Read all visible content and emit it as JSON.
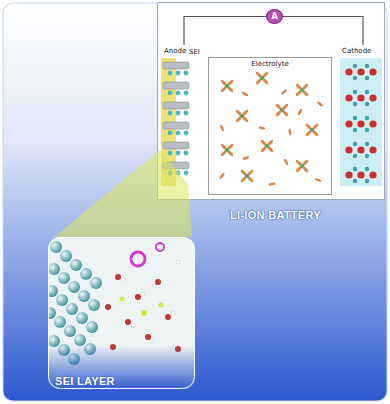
{
  "diagram": {
    "nodes": [
      {
        "text": [
          "LI-ION BATTERY"
        ]
      },
      {
        "text": [
          "A"
        ],
        "in": 0
      },
      {
        "text": [
          "Anode"
        ],
        "in": 0
      },
      {
        "text": [
          "Electrolyte"
        ],
        "in": 0
      },
      {
        "text": [
          "Cathode"
        ],
        "in": 0
      },
      {
        "text": [
          "SEI LAYER"
        ]
      }
    ],
    "edges": [
      {
        "from": 2,
        "to": 1,
        "arrow": "none"
      },
      {
        "from": 1,
        "to": 4,
        "arrow": "none"
      }
    ],
    "labels": [
      "SEI"
    ]
  }
}
